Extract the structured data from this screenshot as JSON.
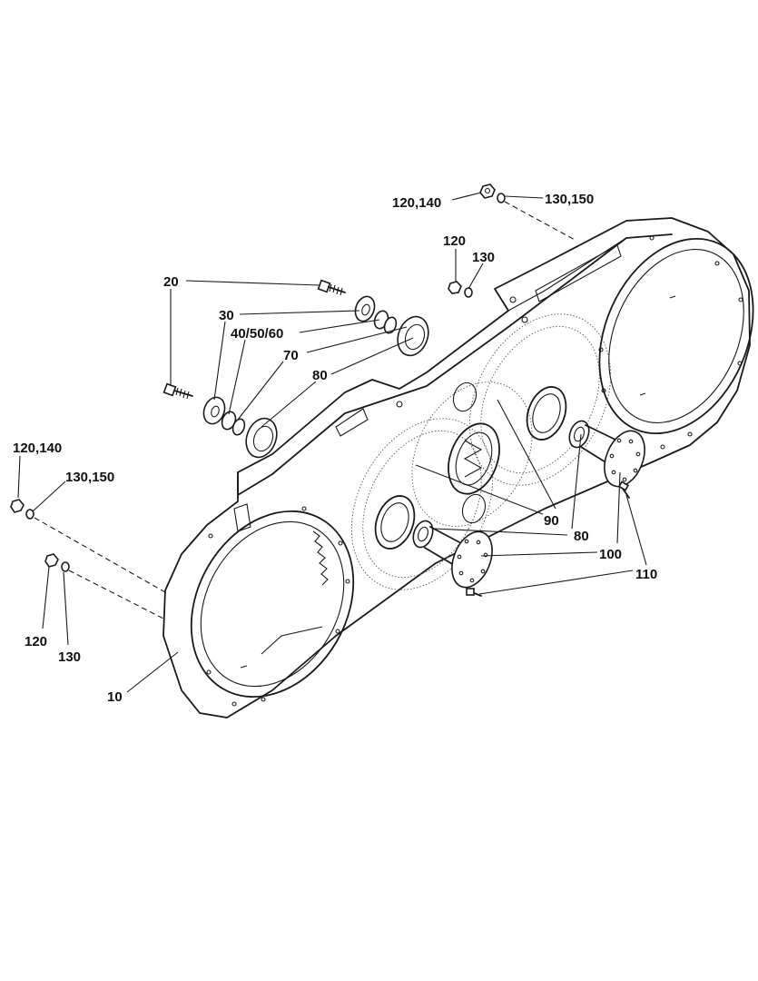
{
  "callouts": {
    "c_120_140_top": "120,140",
    "c_130_150_top": "130,150",
    "c_120_top": "120",
    "c_130_top": "130",
    "c_20": "20",
    "c_30": "30",
    "c_40_50_60": "40/50/60",
    "c_70": "70",
    "c_80_top": "80",
    "c_120_140_left": "120,140",
    "c_130_150_left": "130,150",
    "c_120_left": "120",
    "c_130_left": "130",
    "c_90": "90",
    "c_80_mid": "80",
    "c_100": "100",
    "c_110": "110",
    "c_10": "10"
  }
}
